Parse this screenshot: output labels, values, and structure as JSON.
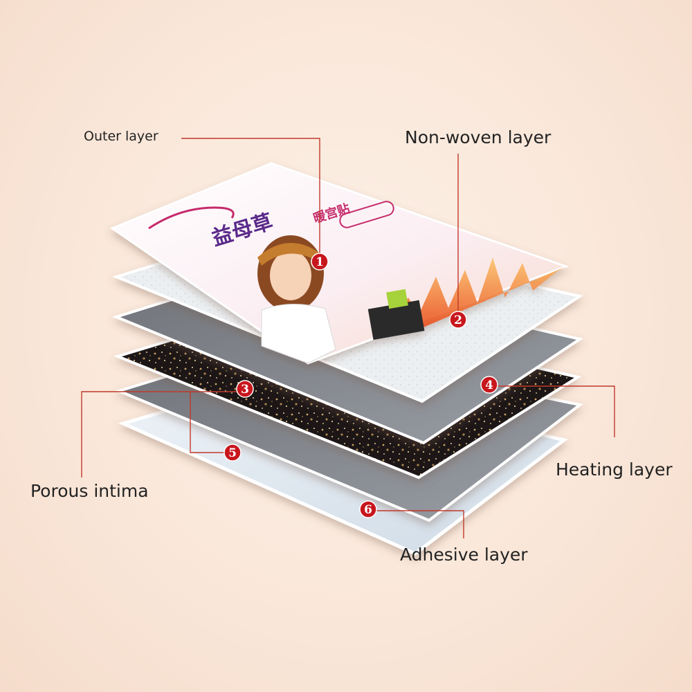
{
  "labels": {
    "outer_layer": "Outer layer",
    "non_woven_layer": "Non-woven layer",
    "heating_layer": "Heating layer",
    "porous_intima": "Porous intima",
    "adhesive_layer": "Adhesive layer"
  },
  "markers": [
    "1",
    "2",
    "3",
    "4",
    "5",
    "6"
  ],
  "package": {
    "title": "益母草",
    "subtitle": "暖宫贴"
  },
  "colors": {
    "marker_red": "#c8161d",
    "leader_line": "#c0392b",
    "background": "#fbe9dc"
  }
}
